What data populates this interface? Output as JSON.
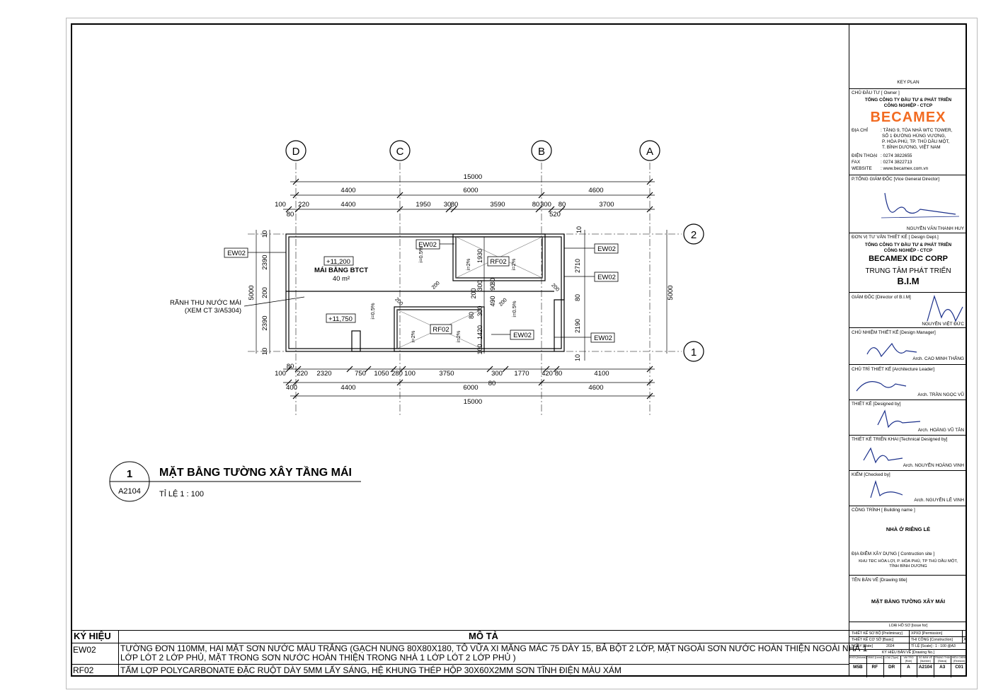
{
  "plan": {
    "grid_letters": [
      "D",
      "C",
      "B",
      "A"
    ],
    "grid_numbers": [
      "2",
      "1"
    ],
    "dim_top_total": "15000",
    "dim_top_bays": [
      "4400",
      "6000",
      "4600"
    ],
    "dim_top_detail": [
      "100",
      "220",
      "4400",
      "1950",
      "30",
      "80",
      "3590",
      "80",
      "300",
      "80",
      "3700"
    ],
    "dim_top_sub": [
      "80",
      "520"
    ],
    "dim_bottom_sub": [
      "80",
      "80"
    ],
    "dim_bottom_detail": [
      "100",
      "220",
      "2320",
      "750",
      "1050",
      "280",
      "100",
      "3750",
      "300",
      "1770",
      "420",
      "80",
      "4100"
    ],
    "dim_bottom_bays": [
      "400",
      "4400",
      "6000",
      "4600"
    ],
    "dim_bottom_total": "15000",
    "dim_left": [
      "10",
      "2390",
      "5000",
      "200",
      "2390",
      "10"
    ],
    "dim_right": [
      "5000"
    ],
    "dim_inner": [
      "10",
      "1930",
      "2710",
      "80",
      "300",
      "490",
      "90",
      "80",
      "200",
      "300",
      "80",
      "1420",
      "100",
      "2190",
      "10",
      "80"
    ],
    "tags": {
      "ew02": "EW02",
      "rf02": "RF02",
      "level1": "+11,200",
      "level2": "+11,750",
      "roof_name": "MÁI BẰNG BTCT",
      "roof_area": "40 m²",
      "drain_note_1": "RÃNH THU NƯỚC MÁI",
      "drain_note_2": "(XEM CT 3/A5304)",
      "slope_05": "i=0.5%",
      "slope_2": "i=2%",
      "d200": "200"
    }
  },
  "drawing_title": {
    "number": "1",
    "sheet_ref": "A2104",
    "title": "MẶT BẰNG TƯỜNG XÂY TẦNG MÁI",
    "scale": "TỈ LỆ  1 : 100"
  },
  "legend": {
    "col1_header": "KÝ HIỆU",
    "col2_header": "MÔ TẢ",
    "rows": [
      {
        "code": "EW02",
        "desc_1": "TƯỜNG ĐƠN 110MM, HAI MẶT SƠN NƯỚC MÀU TRẮNG (GẠCH NUNG 80X80X180, TÔ VỮA XI MĂNG MÁC 75 DÀY 15, BẢ BỘT 2 LỚP, MẶT NGOÀI SƠN NƯỚC HOÀN THIỆN NGOÀI NHÀ 1",
        "desc_2": "LỚP LÓT 2 LỚP PHỦ, MẶT TRONG SƠN NƯỚC HOÀN THIỆN TRONG NHÀ 1 LỚP LÓT 2 LỚP PHỦ )"
      },
      {
        "code": "RF02",
        "desc_1": "TẤM LỢP POLYCARBONATE ĐẶC RUỘT DÀY 5MM LẤY SÁNG, HỆ KHUNG THÉP HỘP 30X60X2MM SƠN TĨNH ĐIỆN MÀU XÁM",
        "desc_2": ""
      }
    ]
  },
  "title_block": {
    "key_plan": "KEY PLAN",
    "owner_label": "CHỦ ĐẦU TƯ  [ Owner ]",
    "owner_name_1": "TỔNG CÔNG TY ĐẦU TƯ & PHÁT TRIỂN",
    "owner_name_2": "CÔNG NGHIỆP - CTCP",
    "logo": "BECAMEX",
    "address_label": "ĐỊA CHỈ",
    "address_1": ": TẦNG 9, TÒA NHÀ WTC TOWER,",
    "address_2": "SỐ 1 ĐƯỜNG HÙNG VƯƠNG,",
    "address_3": "P. HÒA PHÚ, TP. THỦ DẦU MỘT,",
    "address_4": "T. BÌNH DƯƠNG, VIỆT NAM",
    "phone_label": "ĐIỆN THOẠI",
    "phone": ": 0274 3822655",
    "fax_label": "FAX",
    "fax": ": 0274 3822713",
    "web_label": "WEBSITE",
    "web": ": www.becamex.com.vn",
    "vgd_label": "P.TỔNG GIÁM ĐỐC [Vice General Director]",
    "vgd_name": "NGUYỄN VĂN THANH HUY",
    "dept_label": "ĐƠN VỊ TƯ VẤN THIẾT KẾ [ Design Dept.]",
    "dept_name_1": "TỔNG CÔNG TY ĐẦU TƯ & PHÁT TRIỂN",
    "dept_name_2": "CÔNG NGHIỆP - CTCP",
    "corp": "BECAMEX IDC CORP",
    "center": "TRUNG TÂM PHÁT TRIỂN",
    "bim": "B.I.M",
    "dir_label": "GIÁM ĐỐC [Director of B.I.M]",
    "dir_name": "NGUYỄN VIỆT ĐỨC",
    "dm_label": "CHỦ NHIỆM THIẾT KẾ [Design Manager]",
    "dm_name": "Arch. CAO MINH THẮNG",
    "al_label": "CHỦ TRÌ THIẾT KẾ [Architecture Leader]",
    "al_name": "Arch. TRẦN NGỌC VŨ",
    "db_label": "THIẾT KẾ [Designed by]",
    "db_name": "Arch. HOÀNG VŨ TÂN",
    "tdb_label": "THIẾT KẾ TRIỂN KHAI [Technical Designed by]",
    "tdb_name": "Arch. NGUYỄN HOÀNG VINH",
    "cb_label": "KIỂM [Checked by]",
    "cb_name": "Arch. NGUYỄN LÊ VINH",
    "bn_label": "CÔNG TRÌNH [ Building name ]",
    "bn": "NHÀ Ở RIÊNG LẺ",
    "site_label": "ĐỊA ĐIỂM XÂY DỰNG [ Contruction site ]",
    "site_1": "KHU TĐC HÒA LỢI, P. HÒA PHÚ, TP THỦ DẦU MỘT,",
    "site_2": "TỈNH BÌNH DƯƠNG",
    "dt_label": "TÊN BẢN VẼ [Drawing title]",
    "dt": "MẶT BẰNG TƯỜNG XÂY MÁI",
    "issue_label": "LOẠI HỒ SƠ [Issue for]",
    "prelim": "THIẾT KẾ SƠ BỘ [Preliminary]",
    "permit": "XPXD [Permission]",
    "basic": "THIẾT KẾ CƠ SỞ [Basic]",
    "construction": "THI CÔNG [Construction]",
    "check_mark": "X",
    "date_label": "NGÀY [Date]",
    "date": "2024",
    "scale_label": "TỈ LỆ [Scale] :  1 : 100 @A3",
    "dwg_no_label": "KÝ HIỆU BẢN VẼ [Drawing No.]",
    "code_headers": [
      "KHỐI [Volume]",
      "TẦNG [Level]",
      "LOẠI [Type]",
      "VAI TRÒ [Role]",
      "SỐ BẢN VẼ [Number]",
      "TRẠNG THÁI [Status]",
      "HIỆU CHỈNH [Revision]"
    ],
    "code_values": [
      "M5B",
      "RF",
      "DR",
      "A",
      "A2104",
      "A3",
      "C01"
    ]
  }
}
